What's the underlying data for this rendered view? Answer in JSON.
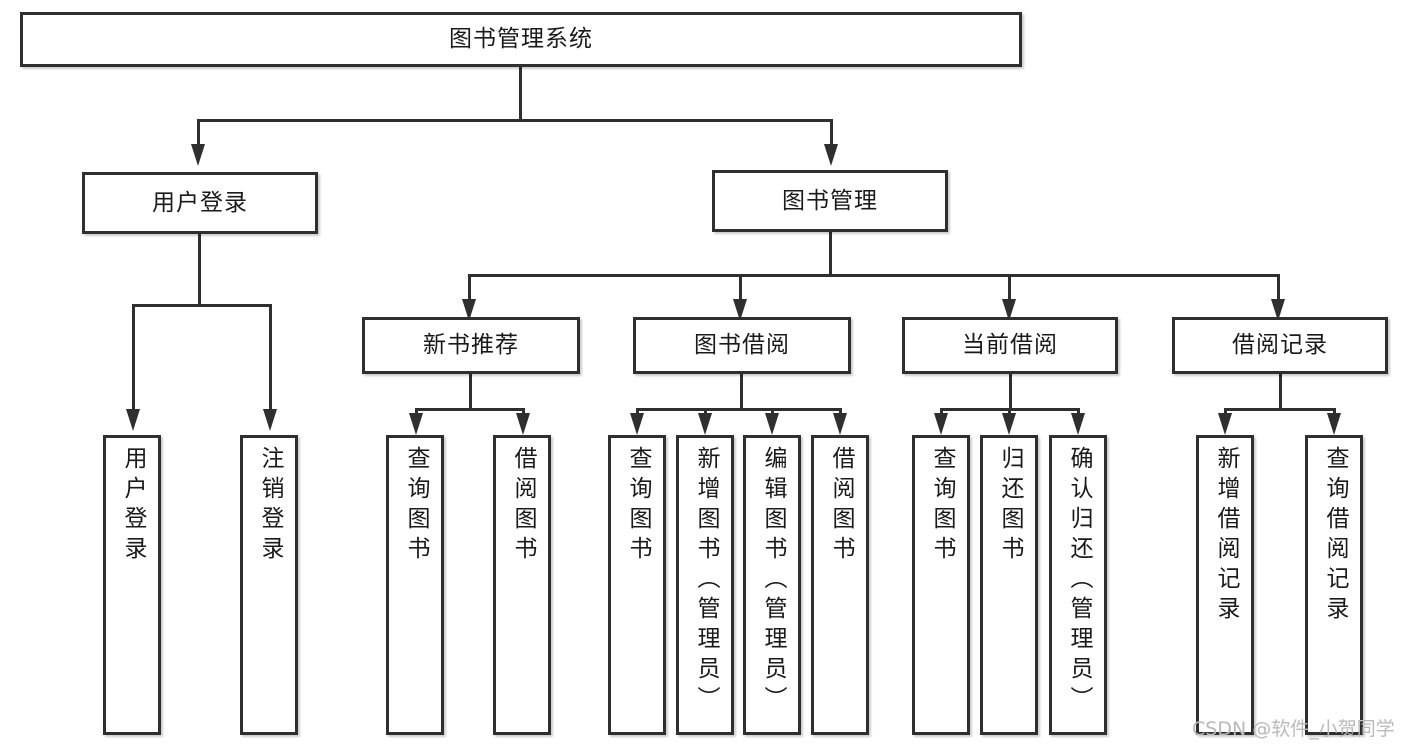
{
  "diagram": {
    "type": "tree-hierarchy-functional-decomposition",
    "root": {
      "label": "图书管理系统"
    },
    "level2": [
      {
        "label": "用户登录"
      },
      {
        "label": "图书管理"
      }
    ],
    "level3": [
      {
        "label": "新书推荐"
      },
      {
        "label": "图书借阅"
      },
      {
        "label": "当前借阅"
      },
      {
        "label": "借阅记录"
      }
    ],
    "leaves": {
      "user_login": [
        {
          "label": "用户登录"
        },
        {
          "label": "注销登录"
        }
      ],
      "new_book_recommend": [
        {
          "label": "查询图书"
        },
        {
          "label": "借阅图书"
        }
      ],
      "book_borrow": [
        {
          "label": "查询图书"
        },
        {
          "label": "新增图书（管理员）"
        },
        {
          "label": "编辑图书（管理员）"
        },
        {
          "label": "借阅图书"
        }
      ],
      "current_borrow": [
        {
          "label": "查询图书"
        },
        {
          "label": "归还图书"
        },
        {
          "label": "确认归还（管理员）"
        }
      ],
      "borrow_record": [
        {
          "label": "新增借阅记录"
        },
        {
          "label": "查询借阅记录"
        }
      ]
    }
  },
  "watermark": {
    "text": "CSDN @软件_小贺同学"
  },
  "colors": {
    "stroke": "#2f2f2f",
    "background": "#ffffff",
    "text": "#1a1a1a",
    "watermark": "#b9b9b9"
  }
}
